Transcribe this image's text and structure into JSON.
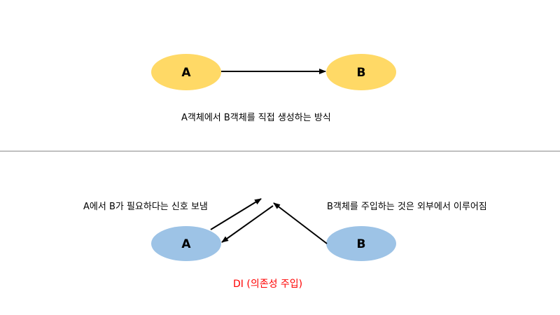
{
  "colors": {
    "node_a_top": "#FFD966",
    "node_b_top": "#FFD966",
    "node_a_bottom": "#9DC3E6",
    "node_b_bottom": "#9DC3E6",
    "arrow": "#000000",
    "divider": "#808080",
    "di_text": "#FF0000"
  },
  "top": {
    "node_a": "A",
    "node_b": "B",
    "caption": "A객체에서 B객체를 직접 생성하는 방식"
  },
  "bottom": {
    "node_a": "A",
    "node_b": "B",
    "left_caption": "A에서 B가 필요하다는 신호 보냄",
    "right_caption": "B객체를 주입하는 것은 외부에서 이루어짐",
    "di_caption": "DI (의존성 주입)"
  }
}
